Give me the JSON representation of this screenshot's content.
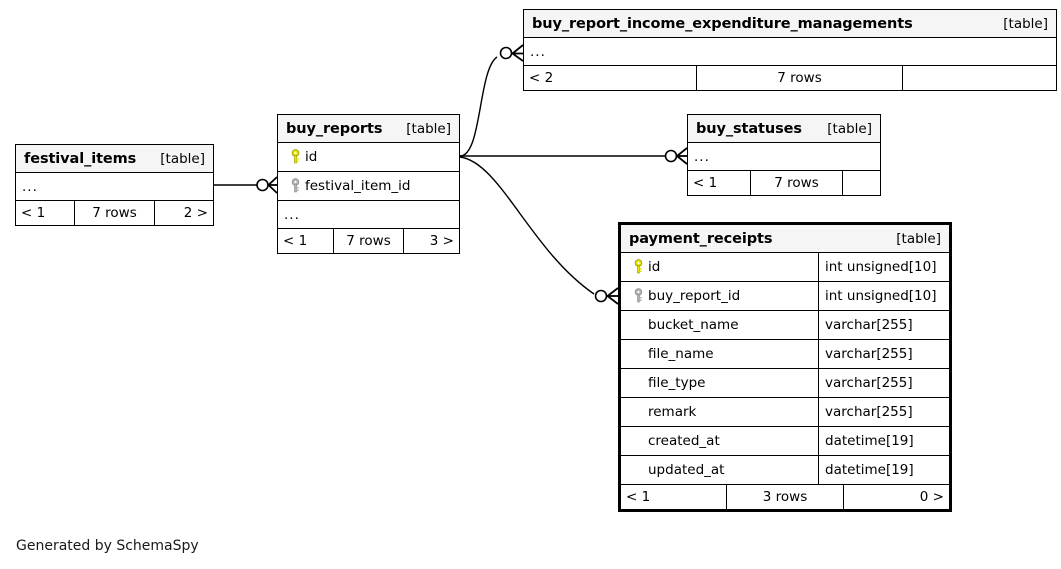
{
  "diagram": {
    "generator_note": "Generated by SchemaSpy",
    "table_tag": "[table]",
    "ellipsis": "...",
    "colors": {
      "primary_key_icon": "#e6e600",
      "foreign_key_icon": "#b3b3b3",
      "header_background": "#f5f5f5",
      "border": "#000000",
      "page_background": "#ffffff"
    }
  },
  "tables": {
    "festival_items": {
      "name": "festival_items",
      "tag": "[table]",
      "ellipsis": "...",
      "footer": {
        "left": "< 1",
        "center": "7 rows",
        "right": "2 >"
      }
    },
    "buy_reports": {
      "name": "buy_reports",
      "tag": "[table]",
      "ellipsis": "...",
      "columns": [
        {
          "name": "id",
          "key": "primary",
          "key_icon": "key-icon-primary"
        },
        {
          "name": "festival_item_id",
          "key": "foreign",
          "key_icon": "key-icon-foreign"
        }
      ],
      "footer": {
        "left": "< 1",
        "center": "7 rows",
        "right": "3 >"
      }
    },
    "buy_report_income_expenditure_managements": {
      "name": "buy_report_income_expenditure_managements",
      "tag": "[table]",
      "ellipsis": "...",
      "footer": {
        "left": "< 2",
        "center": "7 rows",
        "right": ""
      }
    },
    "buy_statuses": {
      "name": "buy_statuses",
      "tag": "[table]",
      "ellipsis": "...",
      "footer": {
        "left": "< 1",
        "center": "7 rows",
        "right": ""
      }
    },
    "payment_receipts": {
      "name": "payment_receipts",
      "tag": "[table]",
      "focal": true,
      "columns": [
        {
          "name": "id",
          "type": "int unsigned[10]",
          "key": "primary",
          "key_icon": "key-icon-primary"
        },
        {
          "name": "buy_report_id",
          "type": "int unsigned[10]",
          "key": "foreign",
          "key_icon": "key-icon-foreign"
        },
        {
          "name": "bucket_name",
          "type": "varchar[255]",
          "key": "none",
          "key_icon": ""
        },
        {
          "name": "file_name",
          "type": "varchar[255]",
          "key": "none",
          "key_icon": ""
        },
        {
          "name": "file_type",
          "type": "varchar[255]",
          "key": "none",
          "key_icon": ""
        },
        {
          "name": "remark",
          "type": "varchar[255]",
          "key": "none",
          "key_icon": ""
        },
        {
          "name": "created_at",
          "type": "datetime[19]",
          "key": "none",
          "key_icon": ""
        },
        {
          "name": "updated_at",
          "type": "datetime[19]",
          "key": "none",
          "key_icon": ""
        }
      ],
      "footer": {
        "left": "< 1",
        "center": "3 rows",
        "right": "0 >"
      }
    }
  },
  "relationships": [
    {
      "from": "festival_items",
      "to": "buy_reports",
      "style": "straight"
    },
    {
      "from": "buy_reports",
      "to": "buy_report_income_expenditure_managements",
      "style": "curve-up"
    },
    {
      "from": "buy_reports",
      "to": "buy_statuses",
      "style": "straight"
    },
    {
      "from": "buy_reports",
      "to": "payment_receipts",
      "style": "curve-down"
    }
  ]
}
